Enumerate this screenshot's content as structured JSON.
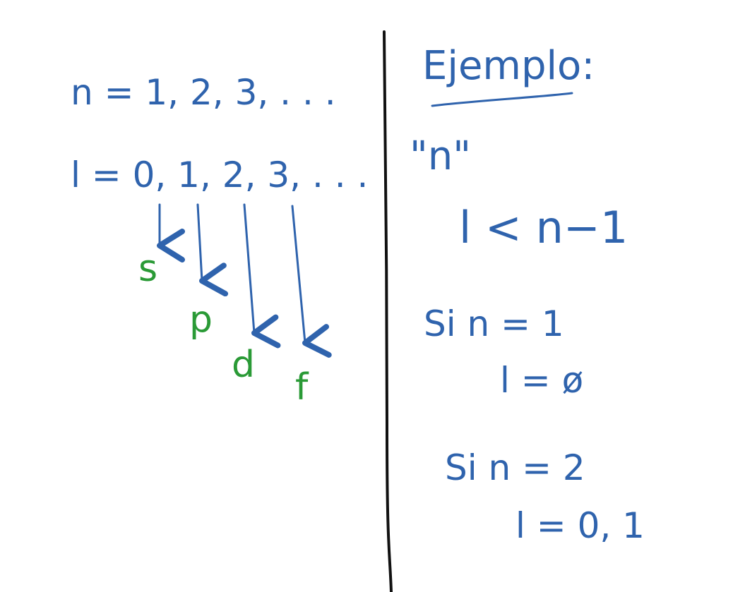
{
  "colors": {
    "ink_blue": "#2f63ad",
    "ink_green": "#2a9a36",
    "ink_black": "#111111",
    "background": "#ffffff"
  },
  "left": {
    "n_line": "n = 1, 2, 3, . . .",
    "l_line": "l = 0, 1, 2, 3, . . .",
    "orbitals": [
      "s",
      "p",
      "d",
      "f"
    ]
  },
  "right": {
    "title": "Ejemplo:",
    "quoted_n": "\"n\"",
    "inequality": "l < n−1",
    "case1_condition": "Si  n = 1",
    "case1_result": "l = ø",
    "case2_condition": "Si  n = 2",
    "case2_result": "l = 0, 1"
  }
}
